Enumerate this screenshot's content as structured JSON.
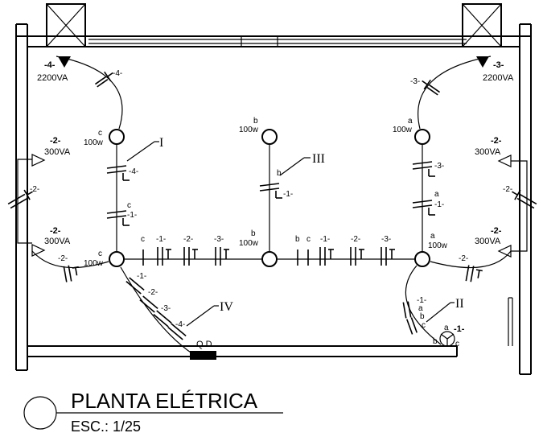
{
  "title": "PLANTA ELÉTRICA",
  "scale": "ESC.: 1/25",
  "panel_label": "Q.D.",
  "circuit_labels": [
    "I",
    "II",
    "III",
    "IV"
  ],
  "outlets": {
    "tl": {
      "circuit": "-4-",
      "power": "2200VA"
    },
    "tr": {
      "circuit": "-3-",
      "power": "2200VA"
    },
    "l1": {
      "circuit": "-2-",
      "power": "300VA"
    },
    "l2": {
      "circuit": "-2-",
      "power": "300VA"
    },
    "r1": {
      "circuit": "-2-",
      "power": "300VA"
    },
    "r2": {
      "circuit": "-2-",
      "power": "300VA"
    }
  },
  "lamps": {
    "c_top": {
      "id": "c",
      "power": "100w"
    },
    "c_mid": {
      "id": "c",
      "power": "100w"
    },
    "b_top": {
      "id": "b",
      "power": "100w"
    },
    "b_mid": {
      "id": "b",
      "power": "100w"
    },
    "a_top": {
      "id": "a",
      "power": "100w"
    },
    "a_mid": {
      "id": "a",
      "power": "100w"
    }
  },
  "switch": {
    "a": "a",
    "b": "b",
    "c": "c",
    "circuit": "-1-"
  },
  "wire_tags": {
    "n1": "-1-",
    "n2": "-2-",
    "n3": "-3-",
    "n4": "-4-",
    "a": "a",
    "b": "b",
    "c": "c"
  }
}
